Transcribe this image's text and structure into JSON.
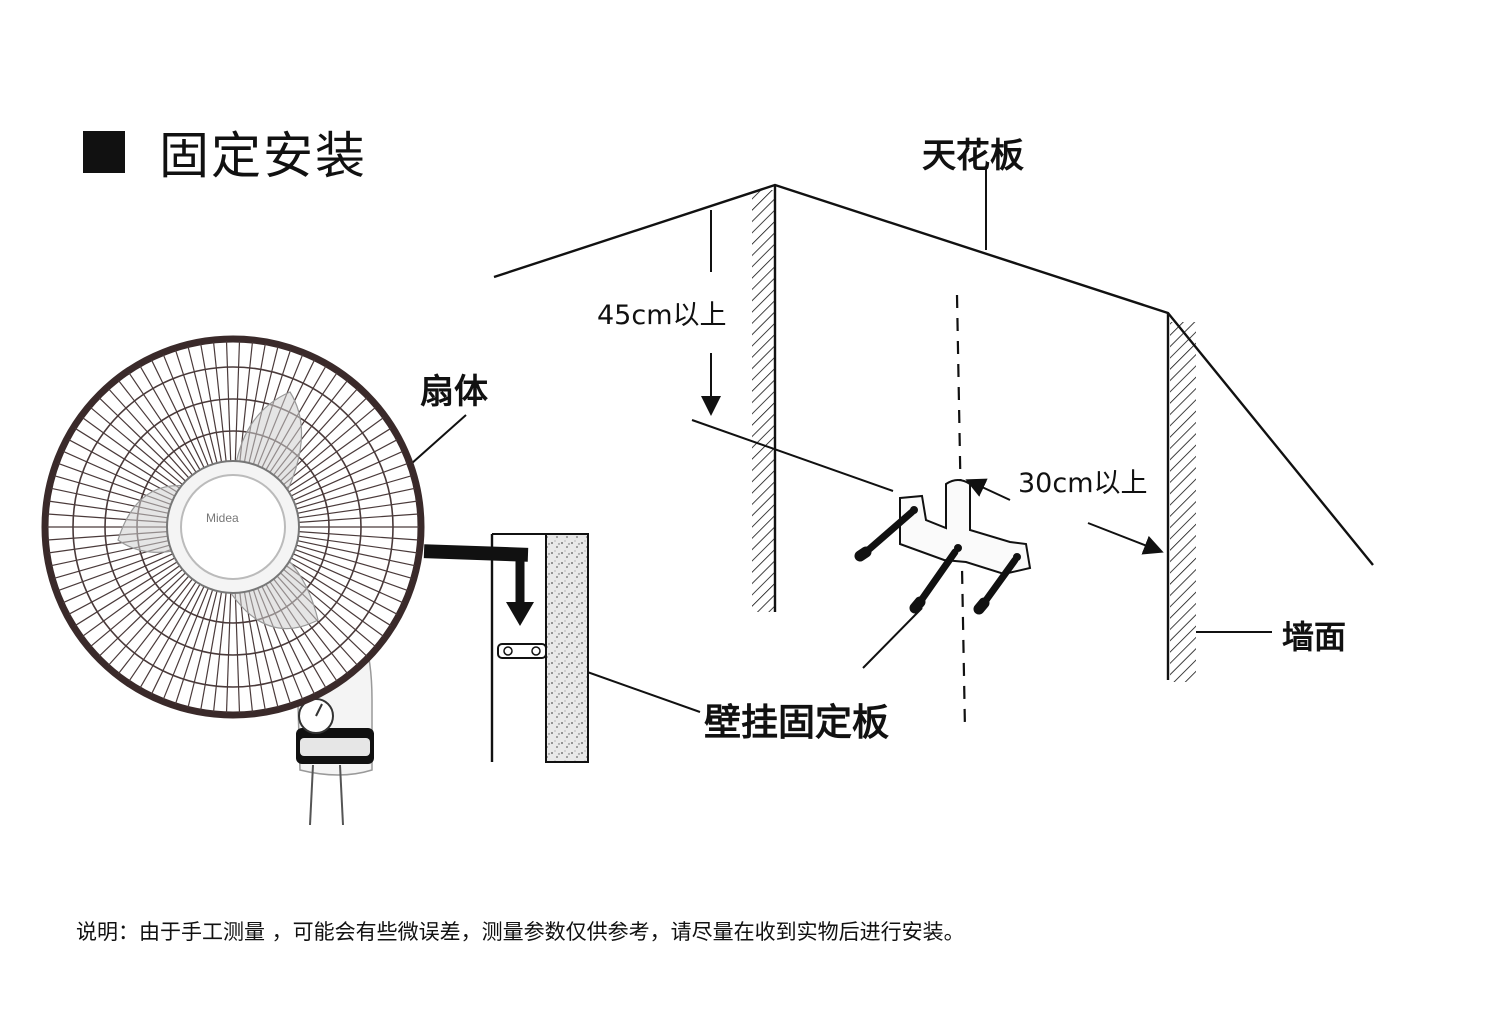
{
  "title": "固定安装",
  "labels": {
    "ceiling": "天花板",
    "fan_body": "扇体",
    "wall": "墙面",
    "bracket": "壁挂固定板",
    "distance_top": "45cm以上",
    "distance_side": "30cm以上",
    "brand": "Midea"
  },
  "note": "说明：由于手工测量 ，可能会有些微误差，测量参数仅供参考，请尽量在收到实物后进行安装。",
  "colors": {
    "ink": "#111111",
    "fan_grill": "#3a2a2a",
    "hub": "#f4f4f4"
  }
}
